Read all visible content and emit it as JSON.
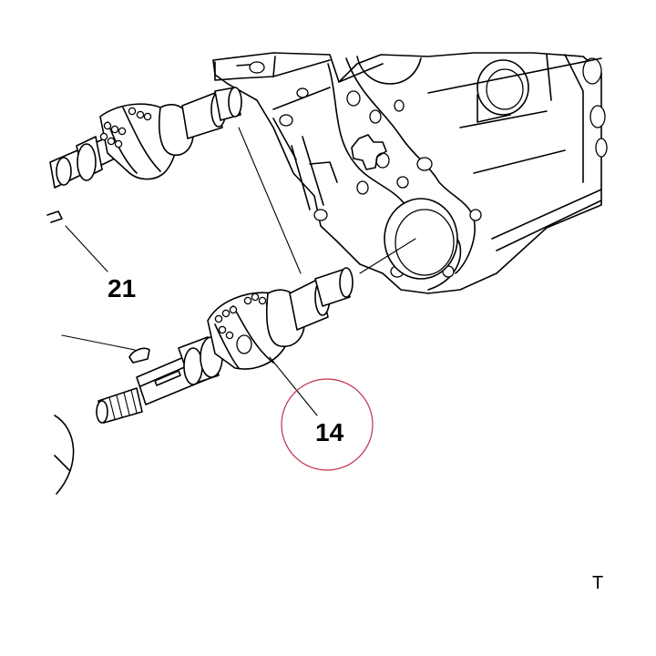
{
  "callouts": {
    "upper_label": "21",
    "lower_label": "14"
  },
  "corner_mark": "T",
  "colors": {
    "line": "#000000",
    "highlight_circle": "#c0304a",
    "background": "#ffffff"
  }
}
